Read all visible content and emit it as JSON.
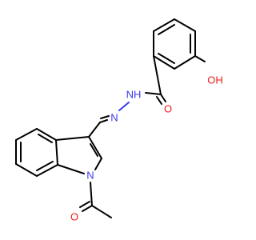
{
  "molecule": {
    "atoms": {
      "hydroxyl": "OH",
      "amide_nh": "NH",
      "hydrazone_n": "N",
      "indole_n": "N",
      "amide_o": "O",
      "acetyl_o": "O"
    },
    "colors": {
      "bond": "#000000",
      "nitrogen": "#3a3af0",
      "oxygen": "#f01a1a",
      "background": "#ffffff"
    }
  }
}
